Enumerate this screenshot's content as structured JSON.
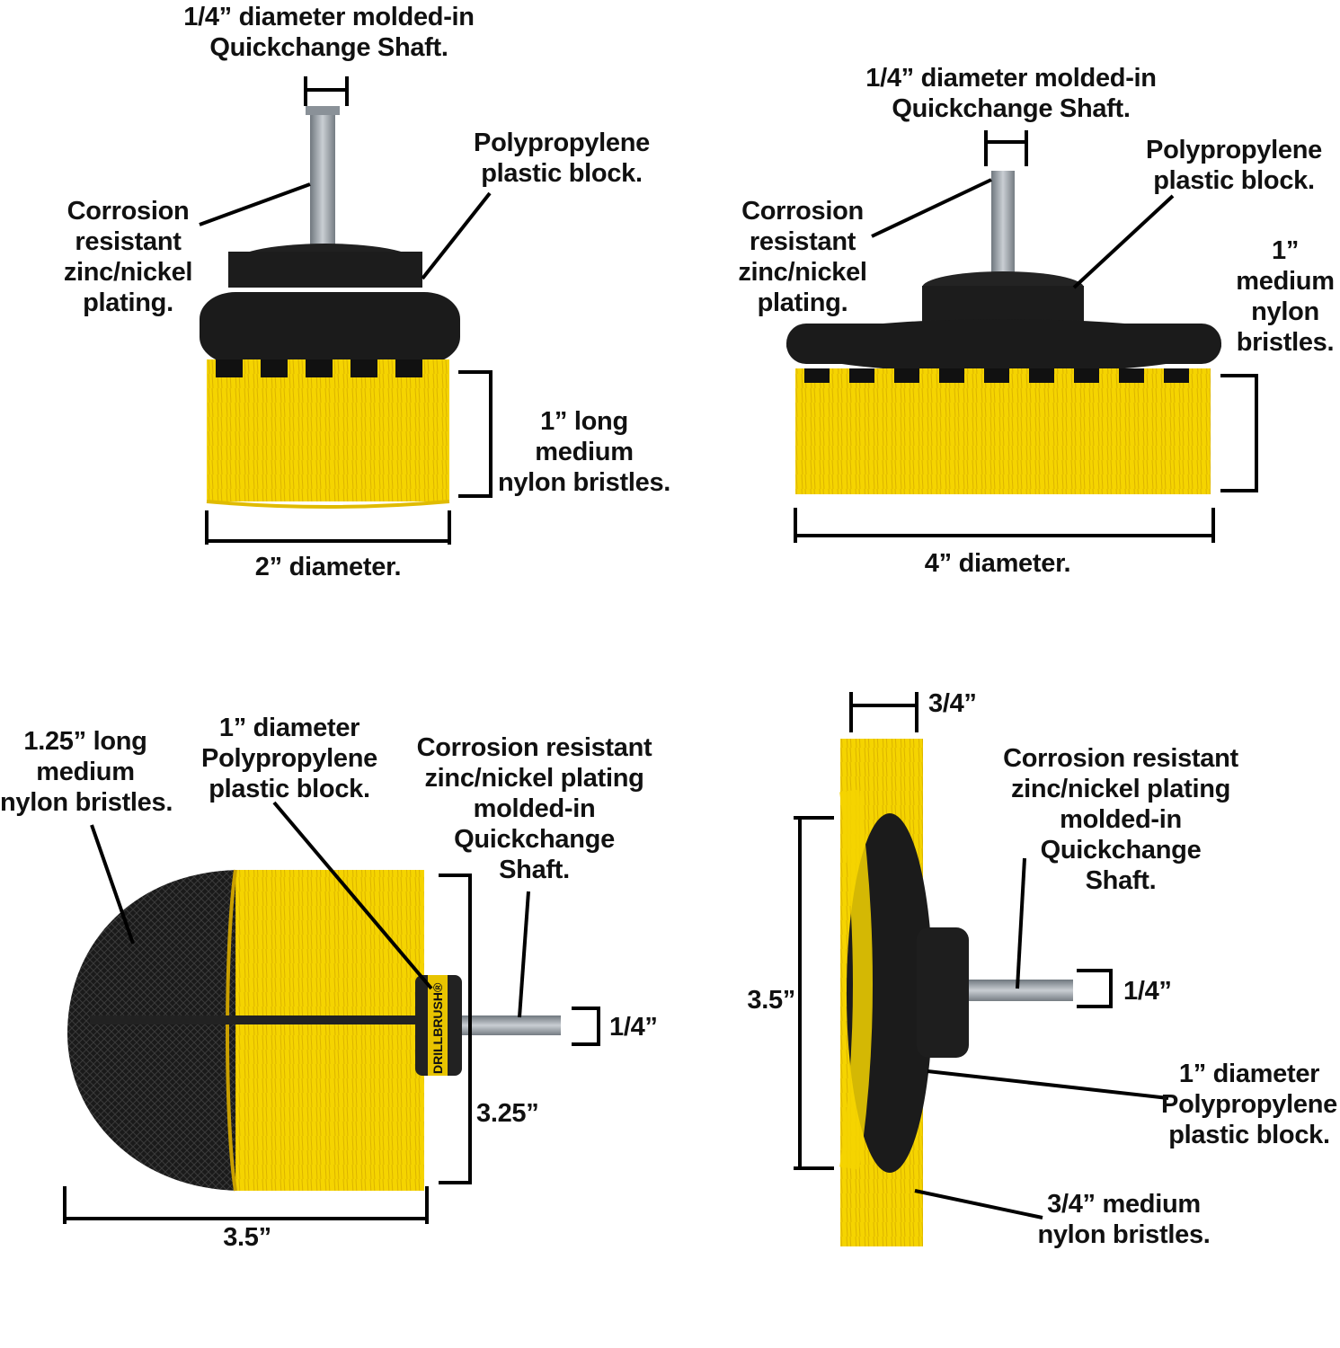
{
  "brush_2in": {
    "shaft_label": [
      "1/4” diameter molded-in",
      "Quickchange Shaft."
    ],
    "block_label": [
      "Polypropylene",
      "plastic block."
    ],
    "plating_label": [
      "Corrosion",
      "resistant",
      "zinc/nickel",
      "plating."
    ],
    "bristle_label": [
      "1” long",
      "medium",
      "nylon bristles."
    ],
    "diameter_label": "2” diameter."
  },
  "brush_4in": {
    "shaft_label": [
      "1/4” diameter molded-in",
      "Quickchange Shaft."
    ],
    "block_label": [
      "Polypropylene",
      "plastic block."
    ],
    "plating_label": [
      "Corrosion",
      "resistant",
      "zinc/nickel",
      "plating."
    ],
    "bristle_label": [
      "1”",
      "medium",
      "nylon",
      "bristles."
    ],
    "diameter_label": "4” diameter."
  },
  "brush_ball": {
    "bristle_label": [
      "1.25” long",
      "medium",
      "nylon bristles."
    ],
    "block_label": [
      "1” diameter",
      "Polypropylene",
      "plastic block."
    ],
    "plating_label": [
      "Corrosion resistant",
      "zinc/nickel plating",
      "molded-in",
      "Quickchange",
      "Shaft."
    ],
    "shaft_size": "1/4”",
    "height_label": "3.25”",
    "length_label": "3.5”",
    "brand_text": "DRILLBRUSH®"
  },
  "brush_side": {
    "width_label": "3/4”",
    "plating_label": [
      "Corrosion resistant",
      "zinc/nickel plating",
      "molded-in",
      "Quickchange",
      "Shaft."
    ],
    "height_label": "3.5”",
    "shaft_size": "1/4”",
    "block_label": [
      "1” diameter",
      "Polypropylene",
      "plastic block."
    ],
    "bristle_label": [
      "3/4” medium",
      "nylon bristles."
    ]
  },
  "colors": {
    "bristle_yellow": "#f5d400",
    "bristle_shadow": "#d9b000",
    "block_black": "#1b1b1b",
    "shaft_steel": "#9aa1a8",
    "bristle_black": "#161616"
  }
}
